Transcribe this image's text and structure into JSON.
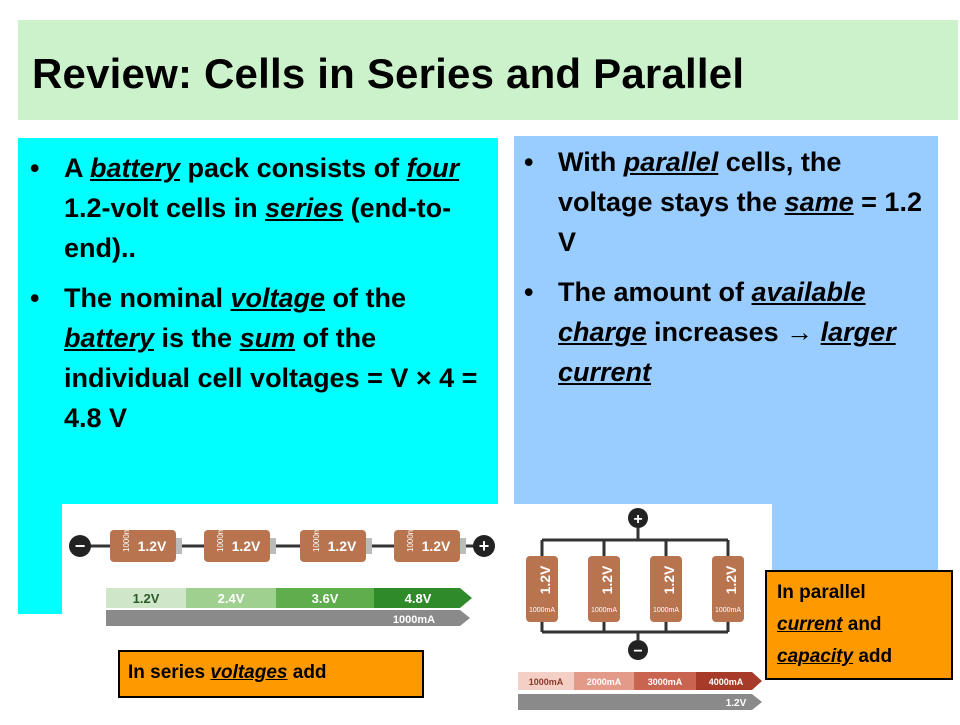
{
  "title": "Review:  Cells in Series and Parallel",
  "left": {
    "b1": {
      "p1": "A ",
      "u1": "battery",
      "p2": " pack consists of ",
      "u2": "four",
      "p3": " 1.2-volt cells in ",
      "u3": "series",
      "p4": " (end-to-end).."
    },
    "b2": {
      "p1": "The nominal ",
      "u1": "voltage",
      "p2": " of the ",
      "u2": "battery",
      "p3": " is the ",
      "u3": "sum",
      "p4": " of the individual cell voltages = V × 4 = 4.8 V"
    }
  },
  "right": {
    "b1": {
      "p1": "With ",
      "u1": "parallel",
      "p2": " cells, the voltage stays the ",
      "u2": "same",
      "p3": " = 1.2 V"
    },
    "b2": {
      "p1": "The amount of ",
      "u1": "available charge",
      "p2": " increases → ",
      "u2": "larger current"
    }
  },
  "series_diagram": {
    "cell_label": "1.2V",
    "cell_capacity": "1000mA",
    "minus": "−",
    "plus": "+",
    "steps": [
      "1.2V",
      "2.4V",
      "3.6V",
      "4.8V"
    ],
    "capacity_bar": "1000mA",
    "colors": {
      "cell": "#b8734f",
      "step1": "#cfe6c8",
      "step2": "#9fd08f",
      "step3": "#5fae4d",
      "step4": "#2f8a2a",
      "gray": "#8a8a8a"
    }
  },
  "parallel_diagram": {
    "cell_label": "1.2V",
    "cell_capacity": "1000mA",
    "plus": "+",
    "minus": "−",
    "steps": [
      "1000mA",
      "2000mA",
      "3000mA",
      "4000mA"
    ],
    "voltage_bar": "1.2V",
    "colors": {
      "cell": "#b8734f",
      "step1": "#f3cfc6",
      "step2": "#e39a88",
      "step3": "#c96450",
      "step4": "#a83a2a",
      "gray": "#8a8a8a"
    }
  },
  "callouts": {
    "series": {
      "p1": "In series ",
      "u1": "voltages",
      "p2": " add"
    },
    "parallel": {
      "l1": "In parallel",
      "u1": "current",
      "p2": " and",
      "u2": "capacity",
      "p3": " add"
    }
  }
}
